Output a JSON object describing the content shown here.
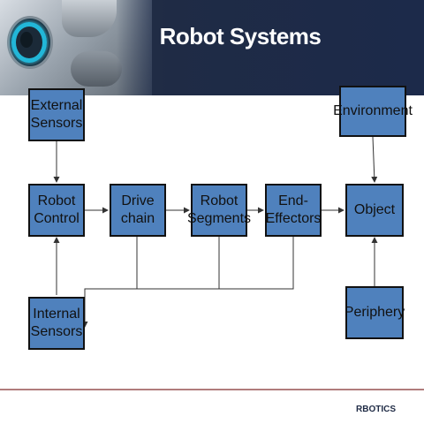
{
  "title": "Robot Systems",
  "footer": "RBOTICS",
  "nodes": {
    "external_sensors": "External\nSensors",
    "environment": "Environment",
    "robot_control": "Robot\nControl",
    "drive_chain": "Drive\nchain",
    "robot_segments": "Robot\nSegments",
    "end_effectors": "End-\nEffectors",
    "object": "Object",
    "internal_sensors": "Internal\nSensors",
    "periphery": "Periphery"
  },
  "edges": [
    {
      "from": "external_sensors",
      "to": "robot_control"
    },
    {
      "from": "robot_control",
      "to": "drive_chain"
    },
    {
      "from": "drive_chain",
      "to": "robot_segments"
    },
    {
      "from": "robot_segments",
      "to": "end_effectors"
    },
    {
      "from": "end_effectors",
      "to": "object"
    },
    {
      "from": "environment",
      "to": "object"
    },
    {
      "from": "periphery",
      "to": "object"
    },
    {
      "from": "internal_sensors",
      "to": "robot_control"
    },
    {
      "from": "drive_chain",
      "to": "internal_sensors"
    },
    {
      "from": "robot_segments",
      "to": "internal_sensors"
    },
    {
      "from": "end_effectors",
      "to": "internal_sensors"
    }
  ],
  "colors": {
    "box_fill": "#4f81bd",
    "banner": "#1f2b45",
    "rule": "#b07c7c"
  }
}
